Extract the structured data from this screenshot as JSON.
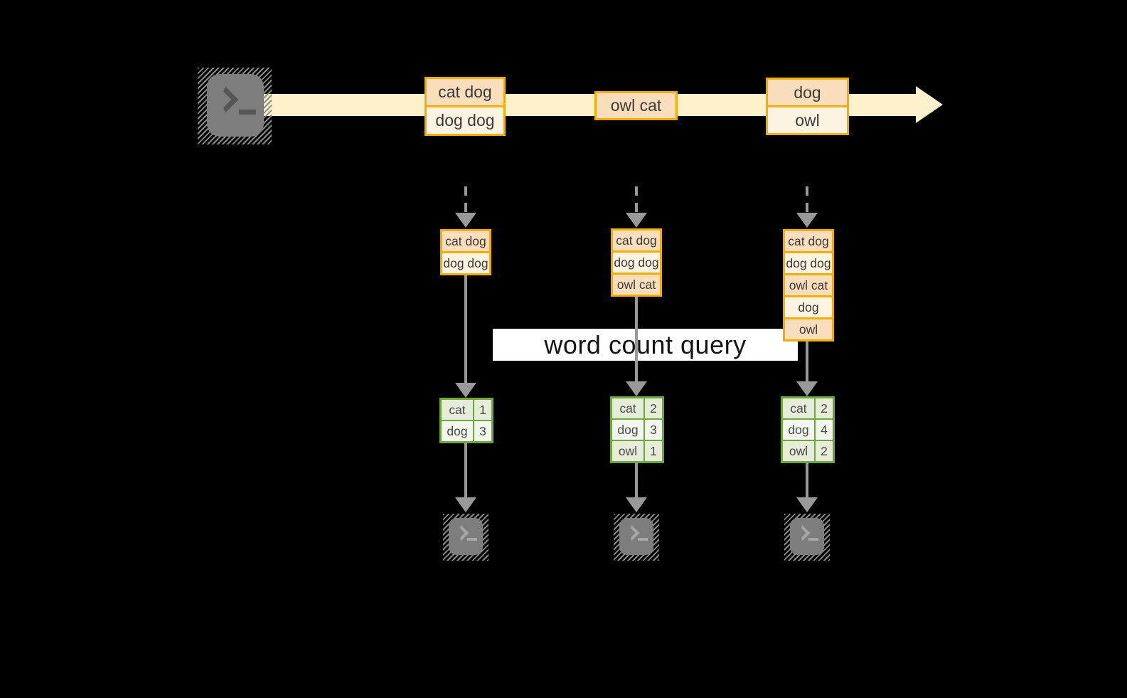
{
  "banner": {
    "label": "word count query"
  },
  "stream": {
    "events": [
      {
        "rows": [
          "cat dog",
          "dog dog"
        ]
      },
      {
        "rows": [
          "owl cat"
        ]
      },
      {
        "rows": [
          "dog",
          "owl"
        ]
      }
    ]
  },
  "columns": [
    {
      "batch": [
        "cat dog",
        "dog dog"
      ],
      "counts": [
        {
          "word": "cat",
          "count": "1"
        },
        {
          "word": "dog",
          "count": "3"
        }
      ]
    },
    {
      "batch": [
        "cat dog",
        "dog dog",
        "owl cat"
      ],
      "counts": [
        {
          "word": "cat",
          "count": "2"
        },
        {
          "word": "dog",
          "count": "3"
        },
        {
          "word": "owl",
          "count": "1"
        }
      ]
    },
    {
      "batch": [
        "cat dog",
        "dog dog",
        "owl cat",
        "dog",
        "owl"
      ],
      "counts": [
        {
          "word": "cat",
          "count": "2"
        },
        {
          "word": "dog",
          "count": "4"
        },
        {
          "word": "owl",
          "count": "2"
        }
      ]
    }
  ],
  "colors": {
    "amber": "#f2ae00",
    "peach": "#f9debe",
    "cream": "#fdf3e3",
    "stream": "#fdf0cc",
    "green": "#6fa73c",
    "gcell_a": "#e5edd8",
    "gcell_b": "#f2f6ec",
    "gray": "#999999",
    "term": "#7d7d7d",
    "banner": "#ffffff",
    "ink": "#3e3a33"
  }
}
